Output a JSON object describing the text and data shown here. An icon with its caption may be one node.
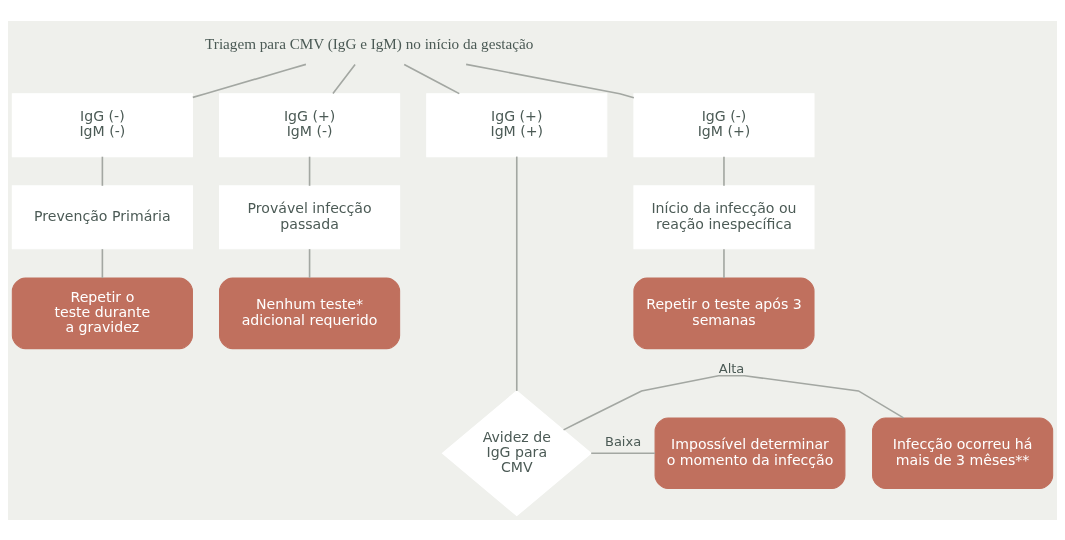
{
  "diagram": {
    "nodes": [
      {
        "text": [
          "Triagem para CMV (IgG e IgM) no início da gestação"
        ]
      },
      {
        "text": [
          "IgG (-) IgM (-)"
        ]
      },
      {
        "text": [
          "IgG (+) IgM (-)"
        ]
      },
      {
        "text": [
          "IgG (+) IgM (+)"
        ]
      },
      {
        "text": [
          "IgG (-) IgM (+)"
        ]
      },
      {
        "text": [
          "Prevenção Primária"
        ]
      },
      {
        "text": [
          "Provável infecção passada"
        ]
      },
      {
        "text": [
          "Início da infecção ou reação inespecífica"
        ]
      },
      {
        "text": [
          "Repetir o teste durante a gravidez"
        ]
      },
      {
        "text": [
          "Nenhum teste* adicional requerido"
        ]
      },
      {
        "text": [
          "Repetir o teste após 3 semanas"
        ]
      },
      {
        "text": [
          "Infecção ocorreu há mais de 3 mêses**"
        ]
      },
      {
        "text": [
          "Avidez de IgG para CMV"
        ]
      },
      {
        "text": [
          "Impossível determinar o momento da infecção"
        ]
      }
    ],
    "edges": [
      {
        "from": 0,
        "to": 1,
        "arrow": "none"
      },
      {
        "from": 0,
        "to": 2,
        "arrow": "none"
      },
      {
        "from": 0,
        "to": 3,
        "arrow": "none"
      },
      {
        "from": 0,
        "to": 4,
        "arrow": "none"
      },
      {
        "from": 1,
        "to": 5,
        "arrow": "none"
      },
      {
        "from": 2,
        "to": 6,
        "arrow": "none"
      },
      {
        "from": 4,
        "to": 7,
        "arrow": "none"
      },
      {
        "from": 5,
        "to": 8,
        "arrow": "none"
      },
      {
        "from": 6,
        "to": 9,
        "arrow": "none"
      },
      {
        "from": 7,
        "to": 10,
        "arrow": "none"
      },
      {
        "from": 3,
        "to": 12,
        "arrow": "none"
      },
      {
        "from": 12,
        "to": 11,
        "arrow": "none",
        "label": "Alta"
      },
      {
        "from": 12,
        "to": 13,
        "arrow": "none",
        "label": "Baixa"
      }
    ]
  }
}
